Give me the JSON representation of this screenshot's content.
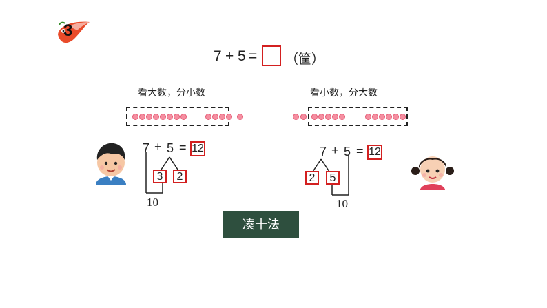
{
  "badge": {
    "number": "3"
  },
  "problem": {
    "a": "7",
    "plus": "+",
    "b": "5",
    "equals": "=",
    "unit": "（筐）"
  },
  "strategies": [
    {
      "caption": "看大数，分小数",
      "equation": {
        "a": "7",
        "plus": "+",
        "b": "5",
        "equals": "=",
        "result": "12"
      },
      "split": [
        "3",
        "2"
      ],
      "ten": "10"
    },
    {
      "caption": "看小数，分大数",
      "equation": {
        "a": "7",
        "plus": "+",
        "b": "5",
        "equals": "=",
        "result": "12"
      },
      "split": [
        "2",
        "5"
      ],
      "ten": "10"
    }
  ],
  "method_button": {
    "label": "凑十法"
  },
  "colors": {
    "accent_red": "#d32020",
    "button_bg": "#2e4f3e",
    "dot": "#f58ea0"
  }
}
